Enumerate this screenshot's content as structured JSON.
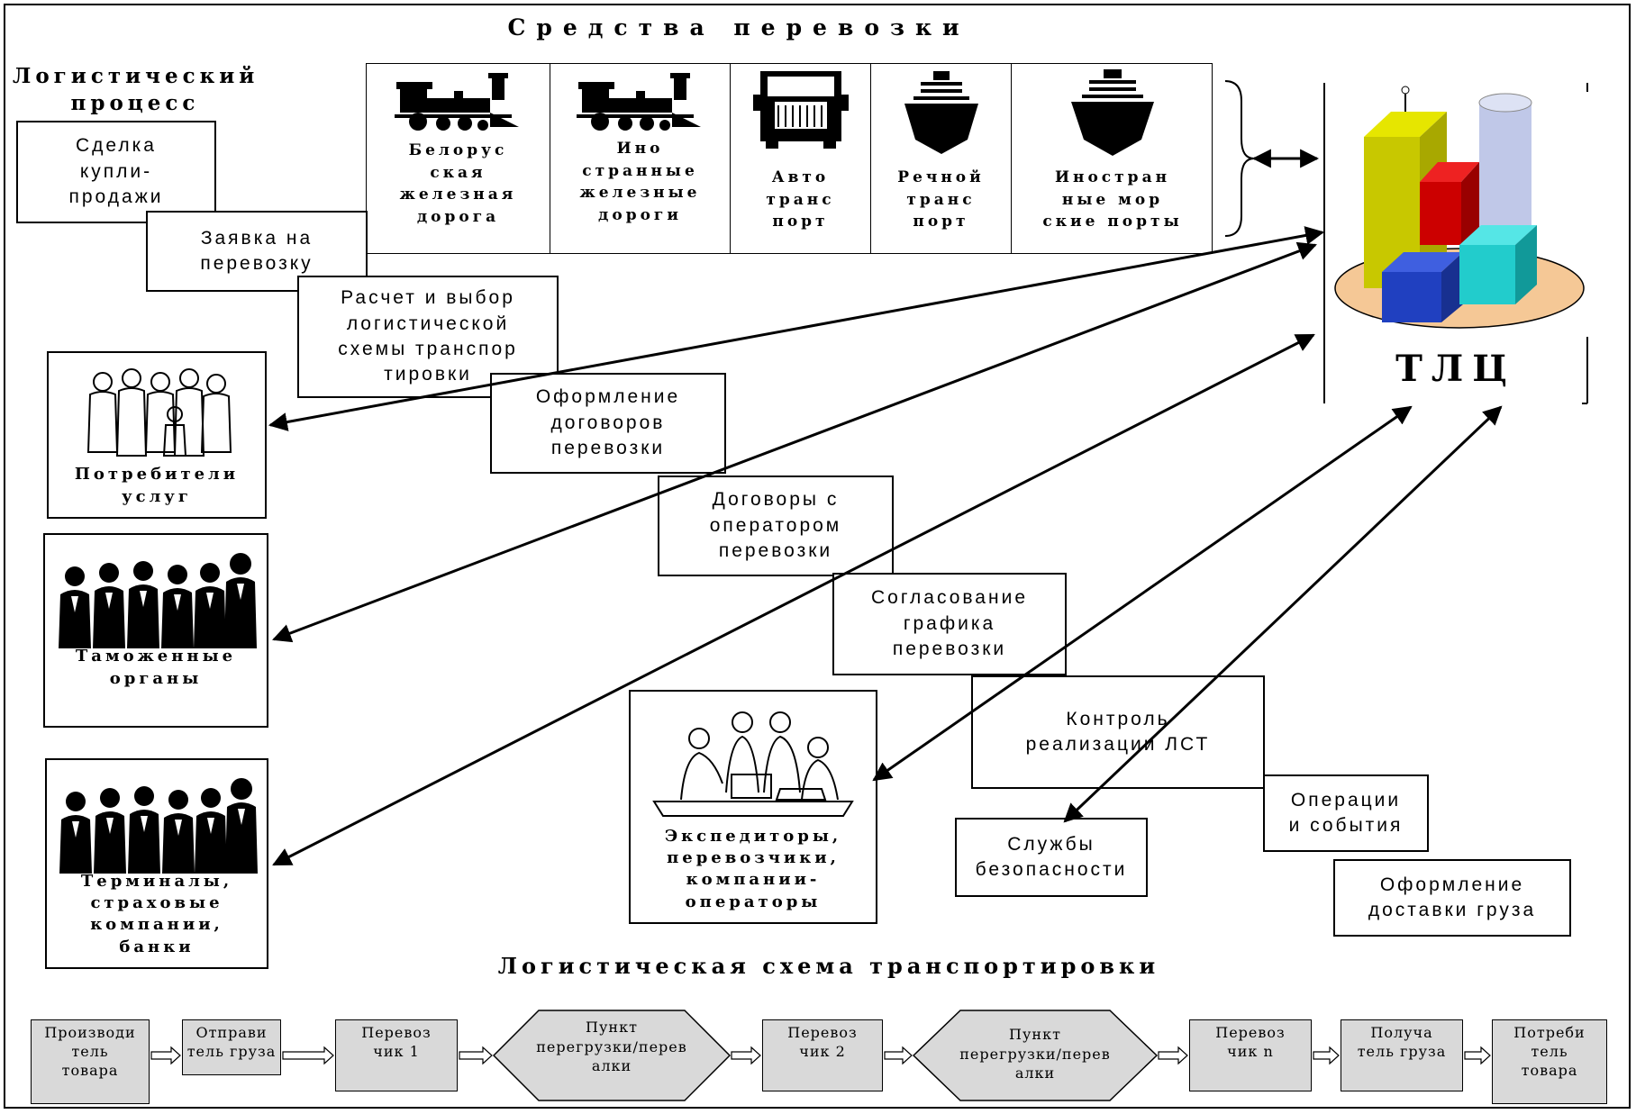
{
  "transport": {
    "title": "Средства перевозки",
    "modes": [
      {
        "label": "Белорус\nская\nжелезная\nдорога",
        "icon": "locomotive-icon"
      },
      {
        "label": "Ино\nстранные\nжелезные\nдороги",
        "icon": "locomotive-icon"
      },
      {
        "label": "Авто\nтранс\nпорт",
        "icon": "truck-icon"
      },
      {
        "label": "Речной\nтранс\nпорт",
        "icon": "ship-icon"
      },
      {
        "label": "Иностран\nные мор\nские порты",
        "icon": "ship-icon"
      }
    ]
  },
  "process": {
    "title": "Логистический\nпроцесс",
    "steps": [
      "Сделка\nкупли-\nпродажи",
      "Заявка на\nперевозку",
      "Расчет и выбор\nлогистической\nсхемы транспор\nтировки",
      "Оформление\nдоговоров\nперевозки",
      "Договоры с\nоператором\nперевозки",
      "Согласование\nграфика\nперевозки",
      "Контроль\nреализации ЛСТ",
      "Службы\nбезопасности",
      "Операции\nи события",
      "Оформление\nдоставки груза"
    ]
  },
  "tlc": {
    "label": "ТЛЦ",
    "icon": "3d-chart-icon"
  },
  "actors": [
    {
      "label": "Потребители\nуслуг",
      "icon": "crowd-icon"
    },
    {
      "label": "Таможенные\nорганы",
      "icon": "business-group-icon"
    },
    {
      "label": "Терминалы,\nстраховые\nкомпании,\nбанки",
      "icon": "business-group-icon"
    },
    {
      "label": "Экспедиторы,\nперевозчики,\nкомпании-\nоператоры",
      "icon": "meeting-icon"
    }
  ],
  "scheme": {
    "title": "Логистическая схема транспортировки",
    "nodes": [
      {
        "shape": "rect",
        "label": "Производи\nтель\nтовара"
      },
      {
        "shape": "rect",
        "label": "Отправи\nтель груза"
      },
      {
        "shape": "rect",
        "label": "Перевоз\nчик 1"
      },
      {
        "shape": "hex",
        "label": "Пункт\nперегрузки/перев\nалки"
      },
      {
        "shape": "rect",
        "label": "Перевоз\nчик 2"
      },
      {
        "shape": "hex",
        "label": "Пункт\nперегрузки/перев\nалки"
      },
      {
        "shape": "rect",
        "label": "Перевоз\nчик n"
      },
      {
        "shape": "rect",
        "label": "Получа\nтель груза"
      },
      {
        "shape": "rect",
        "label": "Потреби\nтель\nтовара"
      }
    ]
  },
  "colors": {
    "tlc_yellow": "#c8c800",
    "tlc_red": "#cc0000",
    "tlc_blue": "#2040c0",
    "tlc_cyan": "#22cccc",
    "tlc_cylinder": "#c0c8e8",
    "tlc_base": "#f5c896",
    "flow_fill": "#d9d9d9"
  }
}
